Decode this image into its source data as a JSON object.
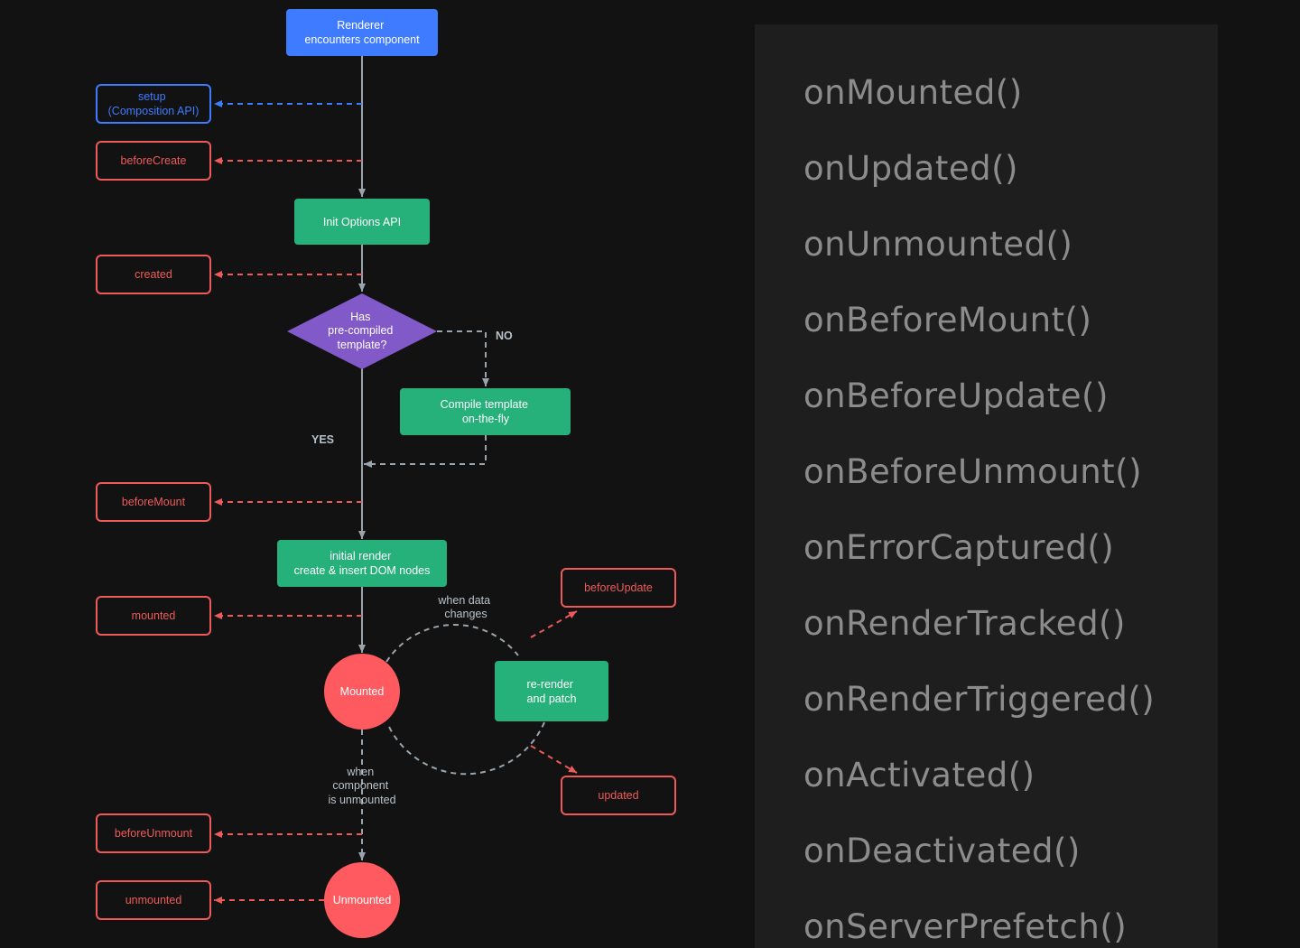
{
  "diagram": {
    "start": {
      "text": [
        "Renderer",
        "encounters component"
      ],
      "color": "#3f7bff"
    },
    "setup": {
      "text": [
        "setup",
        "(Composition API)"
      ],
      "color": "#3f7bff"
    },
    "hooks": {
      "beforeCreate": "beforeCreate",
      "created": "created",
      "beforeMount": "beforeMount",
      "mounted": "mounted",
      "beforeUpdate": "beforeUpdate",
      "updated": "updated",
      "beforeUnmount": "beforeUnmount",
      "unmounted": "unmounted"
    },
    "steps": {
      "init_options": {
        "text": [
          "Init Options API"
        ]
      },
      "decision": {
        "text": [
          "Has",
          "pre-compiled",
          "template?"
        ],
        "color": "#8259c9"
      },
      "compile": {
        "text": [
          "Compile template",
          "on-the-fly"
        ]
      },
      "initial_render": {
        "text": [
          "initial render",
          "create & insert DOM nodes"
        ]
      },
      "rerender": {
        "text": [
          "re-render",
          "and patch"
        ]
      }
    },
    "states": {
      "mounted": "Mounted",
      "unmounted": "Unmounted"
    },
    "labels": {
      "no": "NO",
      "yes": "YES",
      "data_changes": [
        "when data",
        "changes"
      ],
      "unmount_condition": [
        "when",
        "component",
        "is unmounted"
      ]
    },
    "colors": {
      "step": "#26b07a",
      "hook": "#ee5a5a",
      "state": "#ff5a5f",
      "arrow": "#9aa4ad",
      "background": "#121212"
    }
  },
  "api_list": [
    "onMounted()",
    "onUpdated()",
    "onUnmounted()",
    "onBeforeMount()",
    "onBeforeUpdate()",
    "onBeforeUnmount()",
    "onErrorCaptured()",
    "onRenderTracked()",
    "onRenderTriggered()",
    "onActivated()",
    "onDeactivated()",
    "onServerPrefetch()"
  ]
}
